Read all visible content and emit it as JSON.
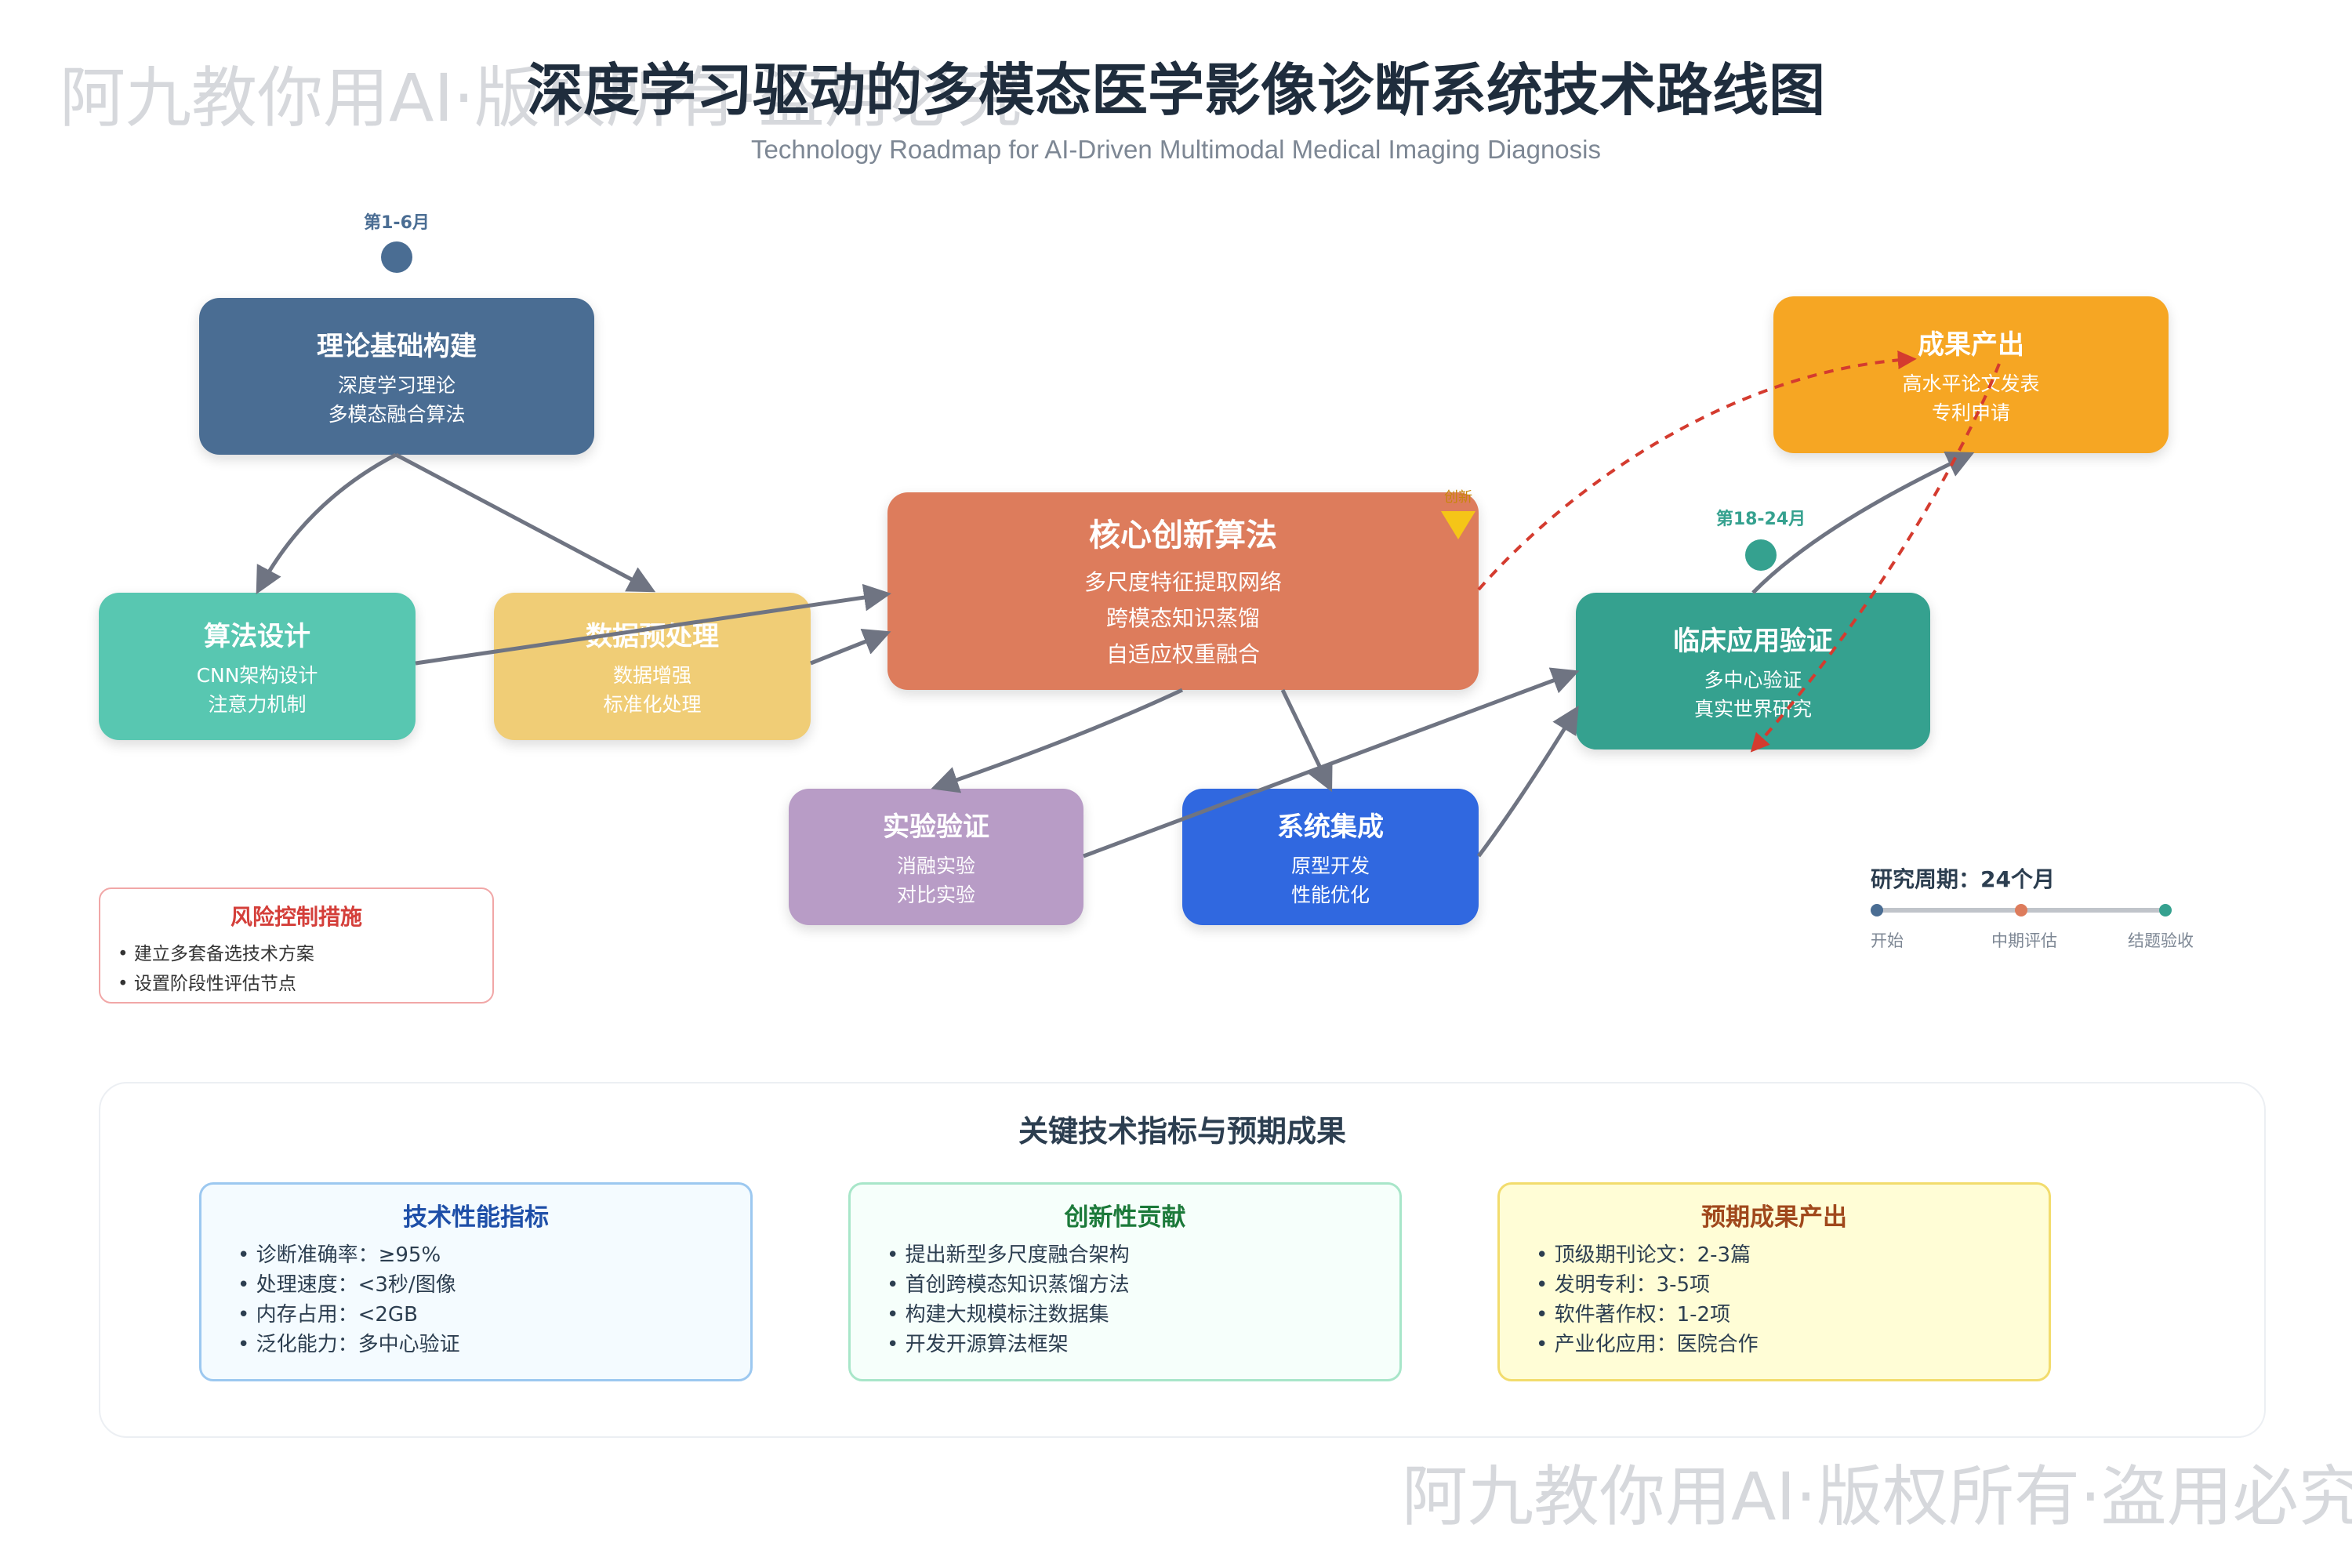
{
  "watermark": "阿九教你用AI·版权所有·盗用必究",
  "title": "深度学习驱动的多模态医学影像诊断系统技术路线图",
  "subtitle": "Technology Roadmap for AI-Driven Multimodal Medical Imaging Diagnosis",
  "phases": [
    {
      "label": "第1-6月",
      "color": "#4a6d93"
    },
    {
      "label": "第18-24月",
      "color": "#35a18f"
    }
  ],
  "nodes": {
    "theory": {
      "title": "理论基础构建",
      "lines": [
        "深度学习理论",
        "多模态融合算法"
      ],
      "color": "#4a6d93"
    },
    "algorithm": {
      "title": "算法设计",
      "lines": [
        "CNN架构设计",
        "注意力机制"
      ],
      "color": "#58c7b1"
    },
    "preprocess": {
      "title": "数据预处理",
      "lines": [
        "数据增强",
        "标准化处理"
      ],
      "color": "#f0cd76"
    },
    "core": {
      "title": "核心创新算法",
      "lines": [
        "多尺度特征提取网络",
        "跨模态知识蒸馏",
        "自适应权重融合"
      ],
      "color": "#dd7c5c"
    },
    "experiment": {
      "title": "实验验证",
      "lines": [
        "消融实验",
        "对比实验"
      ],
      "color": "#b89cc6"
    },
    "integration": {
      "title": "系统集成",
      "lines": [
        "原型开发",
        "性能优化"
      ],
      "color": "#3068e0"
    },
    "clinical": {
      "title": "临床应用验证",
      "lines": [
        "多中心验证",
        "真实世界研究"
      ],
      "color": "#35a18f"
    },
    "output": {
      "title": "成果产出",
      "lines": [
        "高水平论文发表",
        "专利申请"
      ],
      "color": "#f6a623"
    }
  },
  "innovation_badge": "创新",
  "risk": {
    "title": "风险控制措施",
    "items": [
      "• 建立多套备选技术方案",
      "• 设置阶段性评估节点"
    ]
  },
  "timeline": {
    "title": "研究周期：24个月",
    "labels": [
      "开始",
      "中期评估",
      "结题验收"
    ],
    "colors": [
      "#4a6d93",
      "#dd7c5c",
      "#35a18f"
    ]
  },
  "panel": {
    "title": "关键技术指标与预期成果",
    "cards": [
      {
        "title": "技术性能指标",
        "title_color": "#1e4fa8",
        "border": "#9cc8f0",
        "bg": "#f4fbff",
        "items": [
          "• 诊断准确率：≥95%",
          "• 处理速度：<3秒/图像",
          "• 内存占用：<2GB",
          "• 泛化能力：多中心验证"
        ]
      },
      {
        "title": "创新性贡献",
        "title_color": "#1c7a3a",
        "border": "#a8e6c9",
        "bg": "#f6fffb",
        "items": [
          "• 提出新型多尺度融合架构",
          "• 首创跨模态知识蒸馏方法",
          "• 构建大规模标注数据集",
          "• 开发开源算法框架"
        ]
      },
      {
        "title": "预期成果产出",
        "title_color": "#a0481c",
        "border": "#f2dc6d",
        "bg": "#fffdd6",
        "items": [
          "• 顶级期刊论文：2-3篇",
          "• 发明专利：3-5项",
          "• 软件著作权：1-2项",
          "• 产业化应用：医院合作"
        ]
      }
    ]
  },
  "connector_color": "#6f7482",
  "feedback_color": "#d43b2f"
}
